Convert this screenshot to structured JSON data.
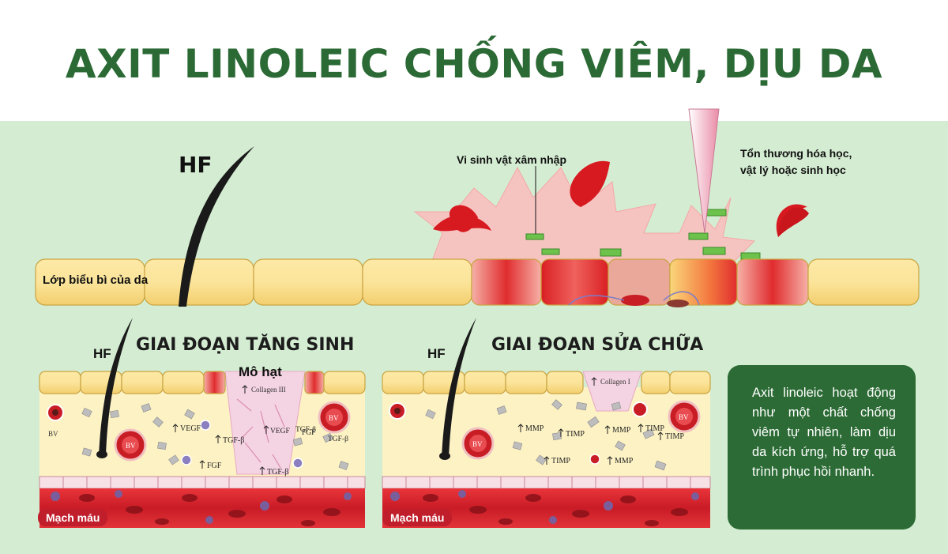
{
  "title": "AXIT LINOLEIC CHỐNG VIÊM, DỊU DA",
  "labels": {
    "hf": "HF",
    "epidermis": "Lớp biểu bì của da",
    "microbe_invasion": "Vi sinh vật xâm nhập",
    "damage_line1": "Tổn thương hóa học,",
    "damage_line2": "vật lý hoặc sinh học",
    "stage_proliferation": "GIAI ĐOẠN TĂNG SINH",
    "stage_repair": "GIAI ĐOẠN SỬA CHỮA",
    "granulation_tissue": "Mô hạt",
    "blood_vessel": "Mạch máu",
    "bv": "BV",
    "collagen3": "Collagen III",
    "collagen1": "Collagen I",
    "vegf": "VEGF",
    "fgf": "FGF",
    "tgf": "TGF-β",
    "mmp": "MMP",
    "timp": "TIMP"
  },
  "info_text": "Axit linoleic hoạt động như một chất chống viêm tự nhiên, làm dịu da kích ứng, hỗ trợ quá trình phục hồi nhanh.",
  "colors": {
    "title_green": "#2b6a35",
    "background": "#d4edd2",
    "epidermis_yellow": "#fbe59a",
    "inflamed_red": "#d9252c",
    "vessel_red": "#c01e2b",
    "info_box": "#2c6b35"
  }
}
